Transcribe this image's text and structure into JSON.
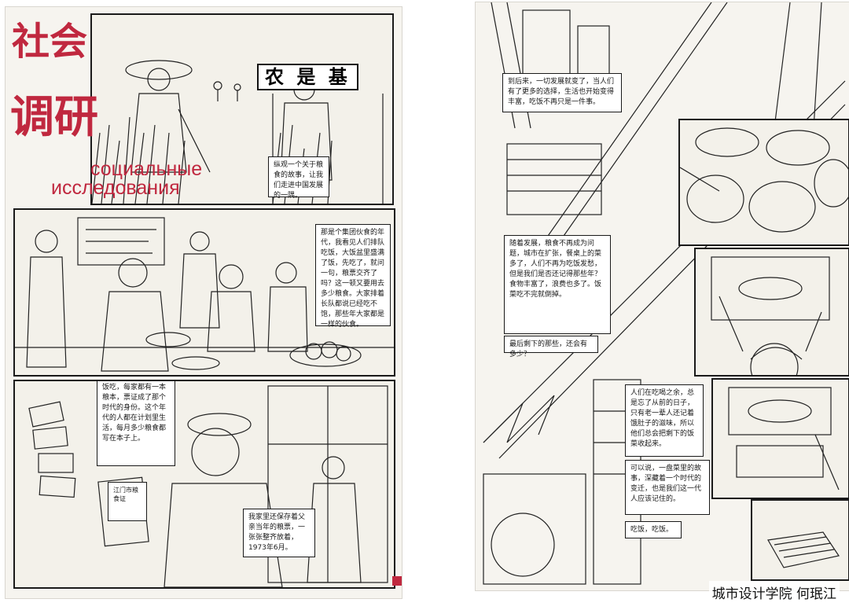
{
  "title": {
    "line1": [
      "社",
      "会"
    ],
    "line2": [
      "调",
      "研"
    ],
    "russian_line1": "социальные",
    "russian_line2": "исследования"
  },
  "sign_text": "农 是 基",
  "left_page_captions": [
    "纵观一个关于粮食的故事，让我们走进中国发展的一隅。",
    "那是个集团伙食的年代，我看见人们排队吃饭，大饭盆里盛满了饭，先吃了，就问一句，粮票交齐了吗？这一顿又要用去多少粮食。大家排着长队都说已经吃不饱，那些年大家都是一样的伙食。",
    "为了保证每个人都有饭吃，每家都有一本粮本，票证成了那个时代的身份。这个年代的人都在计划里生活，每月多少粮食都写在本子上。",
    "我家里还保存着父亲当年的粮票，一张张整齐放着，1973年6月。"
  ],
  "ration_book_label": "江门市粮食证",
  "right_page_captions": [
    "到后来，一切发展就变了，当人们有了更多的选择，生活也开始变得丰富，吃饭不再只是一件事。",
    "随着发展，粮食不再成为问题，城市在扩张，餐桌上的菜多了，人们不再为吃饭发愁，但是我们是否还记得那些年？食物丰富了，浪费也多了。饭菜吃不完就倒掉。",
    "最后剩下的那些，还会有多少？",
    "人们在吃喝之余，总是忘了从前的日子，只有老一辈人还记着饿肚子的滋味，所以他们总会把剩下的饭菜收起来。",
    "可以说，一盘菜里的故事，深藏着一个时代的变迁，也是我们这一代人应该记住的。",
    "吃饭，吃饭。"
  ],
  "credit": "城市设计学院 何珉江",
  "colors": {
    "title_red": "#c0283f",
    "ink": "#1a1a1a",
    "paper": "#f6f4ef"
  }
}
